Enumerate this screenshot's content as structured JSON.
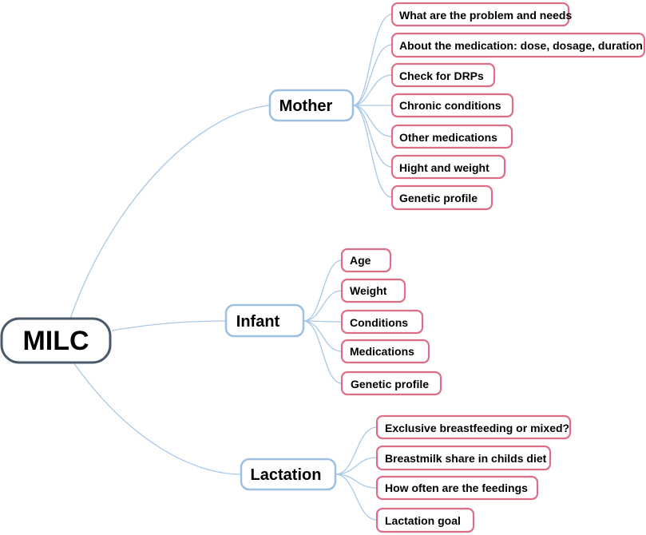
{
  "colors": {
    "root_border": "#4a5a6a",
    "branch_border": "#9dbfe0",
    "leaf_border": "#dd6e86",
    "connector": "#a9c8e6",
    "text": "#000000"
  },
  "mindmap": {
    "root": "MILC",
    "branches": [
      {
        "label": "Mother",
        "children": [
          "What are the problem and needs",
          "About the medication: dose, dosage, duration",
          "Check for DRPs",
          "Chronic conditions",
          "Other medications",
          "Hight and weight",
          "Genetic profile"
        ]
      },
      {
        "label": "Infant",
        "children": [
          "Age",
          "Weight",
          "Conditions",
          "Medications",
          "Genetic profile"
        ]
      },
      {
        "label": "Lactation",
        "children": [
          "Exclusive breastfeeding or mixed?",
          "Breastmilk share in childs diet",
          "How often are the feedings",
          "Lactation goal"
        ]
      }
    ]
  }
}
